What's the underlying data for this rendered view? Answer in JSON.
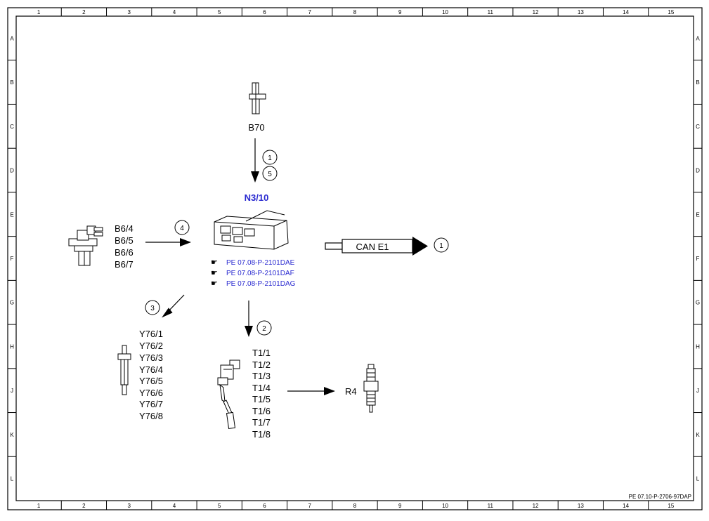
{
  "frame": {
    "columns": [
      "1",
      "2",
      "3",
      "4",
      "5",
      "6",
      "7",
      "8",
      "9",
      "10",
      "11",
      "12",
      "13",
      "14",
      "15"
    ],
    "rows": [
      "A",
      "B",
      "C",
      "D",
      "E",
      "F",
      "G",
      "H",
      "J",
      "K",
      "L"
    ],
    "doc_ref": "PE 07.10-P-2706-97DAP"
  },
  "components": {
    "speed_sensor": "B70",
    "control_unit": "N3/10",
    "cmp_sensors": [
      "B6/4",
      "B6/5",
      "B6/6",
      "B6/7"
    ],
    "injectors": [
      "Y76/1",
      "Y76/2",
      "Y76/3",
      "Y76/4",
      "Y76/5",
      "Y76/6",
      "Y76/7",
      "Y76/8"
    ],
    "ignition_coils": [
      "T1/1",
      "T1/2",
      "T1/3",
      "T1/4",
      "T1/5",
      "T1/6",
      "T1/7",
      "T1/8"
    ],
    "spark_plug": "R4",
    "can_bus": "CAN E1"
  },
  "references": [
    "PE 07.08-P-2101DAE",
    "PE 07.08-P-2101DAF",
    "PE 07.08-P-2101DAG"
  ],
  "callouts": {
    "b70_a": "1",
    "b70_b": "5",
    "cmp": "4",
    "can": "1",
    "injector": "3",
    "coil": "2"
  },
  "colors": {
    "link": "#2a2ad0",
    "line": "#000000"
  }
}
